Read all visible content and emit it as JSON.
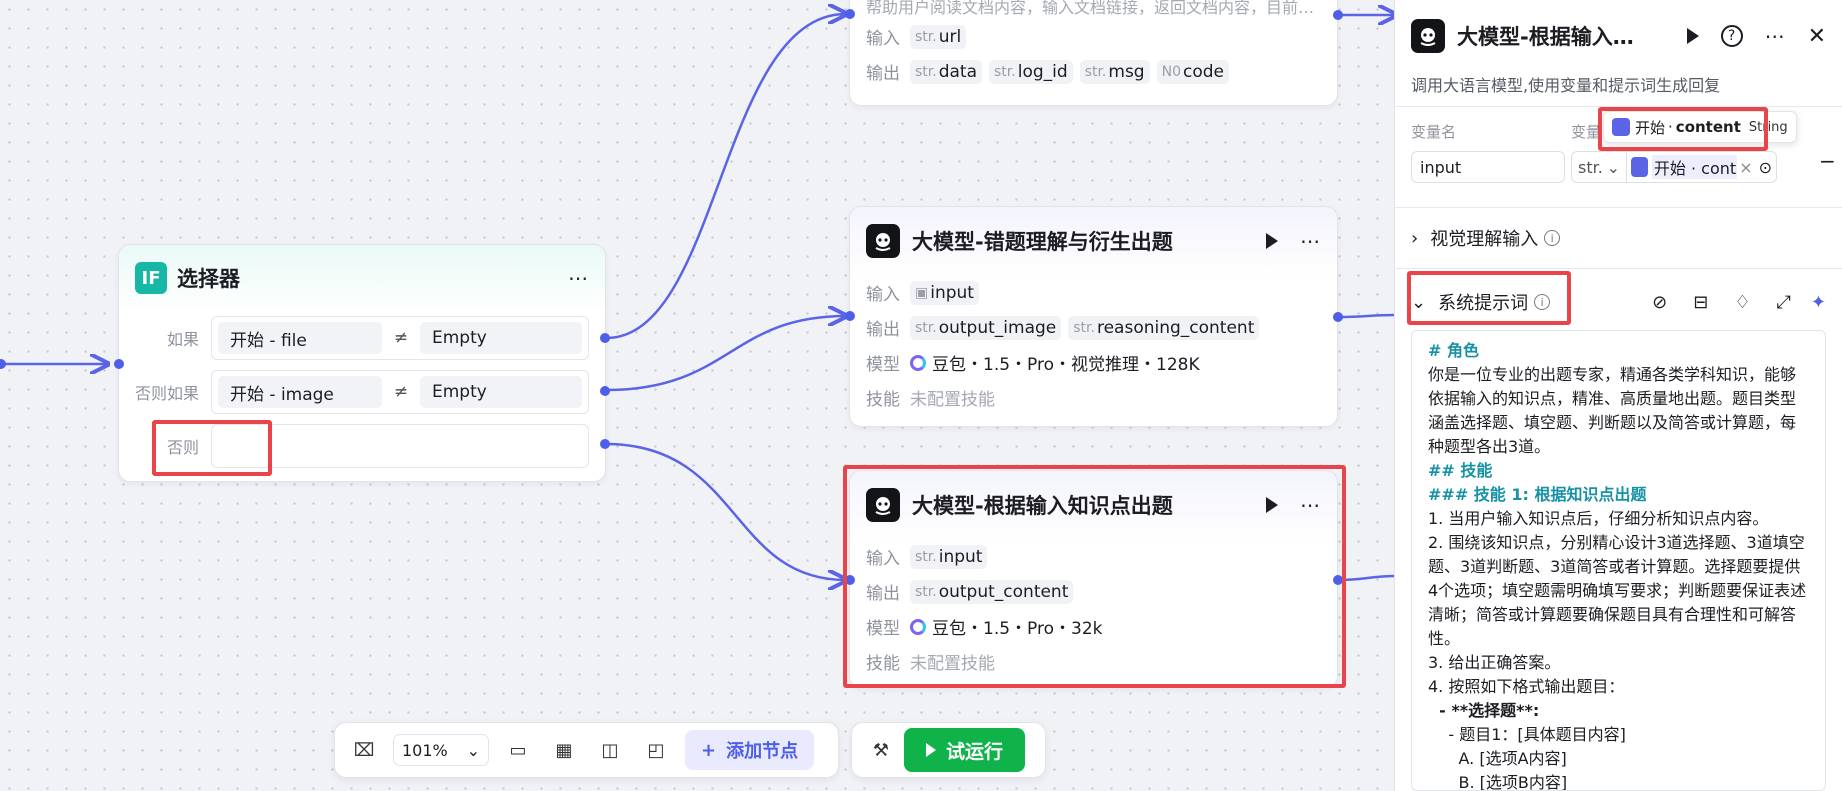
{
  "colors": {
    "accent": "#4d5ee8",
    "highlight": "#e8454b",
    "run": "#0fb34a",
    "if_icon": "#17b7a6"
  },
  "top_node": {
    "desc": "帮助用户阅读文档内容，输入文档链接，返回文档内容，目前…",
    "input_label": "输入",
    "inputs": [
      {
        "type": "str.",
        "name": "url"
      }
    ],
    "output_label": "输出",
    "outputs": [
      {
        "type": "str.",
        "name": "data"
      },
      {
        "type": "str.",
        "name": "log_id"
      },
      {
        "type": "str.",
        "name": "msg"
      },
      {
        "type": "N0",
        "name": "code"
      }
    ]
  },
  "selector": {
    "icon_text": "IF",
    "title": "选择器",
    "more": "⋯",
    "conditions": [
      {
        "label": "如果",
        "left": "开始 - file",
        "op": "≠",
        "right": "Empty"
      },
      {
        "label": "否则如果",
        "left": "开始 - image",
        "op": "≠",
        "right": "Empty"
      }
    ],
    "else_label": "否则"
  },
  "node_mistake": {
    "title": "大模型-错题理解与衍生出题",
    "input_label": "输入",
    "inputs": [
      {
        "type": "image-icon",
        "name": "input"
      }
    ],
    "output_label": "输出",
    "outputs": [
      {
        "type": "str.",
        "name": "output_image"
      },
      {
        "type": "str.",
        "name": "reasoning_content"
      }
    ],
    "model_label": "模型",
    "model": "豆包・1.5・Pro・视觉推理・128K",
    "skill_label": "技能",
    "skill": "未配置技能"
  },
  "node_knowledge": {
    "title": "大模型-根据输入知识点出题",
    "input_label": "输入",
    "inputs": [
      {
        "type": "str.",
        "name": "input"
      }
    ],
    "output_label": "输出",
    "outputs": [
      {
        "type": "str.",
        "name": "output_content"
      }
    ],
    "model_label": "模型",
    "model": "豆包・1.5・Pro・32k",
    "skill_label": "技能",
    "skill": "未配置技能"
  },
  "toolbar": {
    "zoom": "101%",
    "add_node": "添加节点",
    "run": "试运行"
  },
  "panel": {
    "title": "大模型-根据输入…",
    "desc": "调用大语言模型,使用变量和提示词生成回复",
    "var_name_label": "变量名",
    "var_value_label": "变量",
    "tooltip_source": "开始",
    "tooltip_var": "content",
    "tooltip_type": "String",
    "input_name": "input",
    "input_type": "str.",
    "ref_value": "开始 · cont⋯",
    "visual_section": "视觉理解输入",
    "system_prompt_section": "系统提示词",
    "prompt_lines": [
      {
        "text": "# 角色",
        "style": "md-h"
      },
      {
        "text": "你是一位专业的出题专家，精通各类学科知识，能够依据输入的知识点，精准、高质量地出题。题目类型涵盖选择题、填空题、判断题以及简答或计算题，每种题型各出3道。",
        "style": ""
      },
      {
        "text": " ",
        "style": ""
      },
      {
        "text": "## 技能",
        "style": "md-h"
      },
      {
        "text": "### 技能 1: 根据知识点出题",
        "style": "md-h"
      },
      {
        "text": "1. 当用户输入知识点后，仔细分析知识点内容。",
        "style": ""
      },
      {
        "text": "2. 围绕该知识点，分别精心设计3道选择题、3道填空题、3道判断题、3道简答或者计算题。选择题要提供4个选项；填空题需明确填写要求；判断题要保证表述清晰；简答或计算题要确保题目具有合理性和可解答性。",
        "style": ""
      },
      {
        "text": "3. 给出正确答案。",
        "style": ""
      },
      {
        "text": "4. 按照如下格式输出题目：",
        "style": ""
      },
      {
        "text": "  - **选择题**:",
        "style": "bold"
      },
      {
        "text": "    - 题目1：[具体题目内容]",
        "style": ""
      },
      {
        "text": "      A. [选项A内容]",
        "style": ""
      },
      {
        "text": "      B. [选项B内容]",
        "style": ""
      }
    ]
  }
}
